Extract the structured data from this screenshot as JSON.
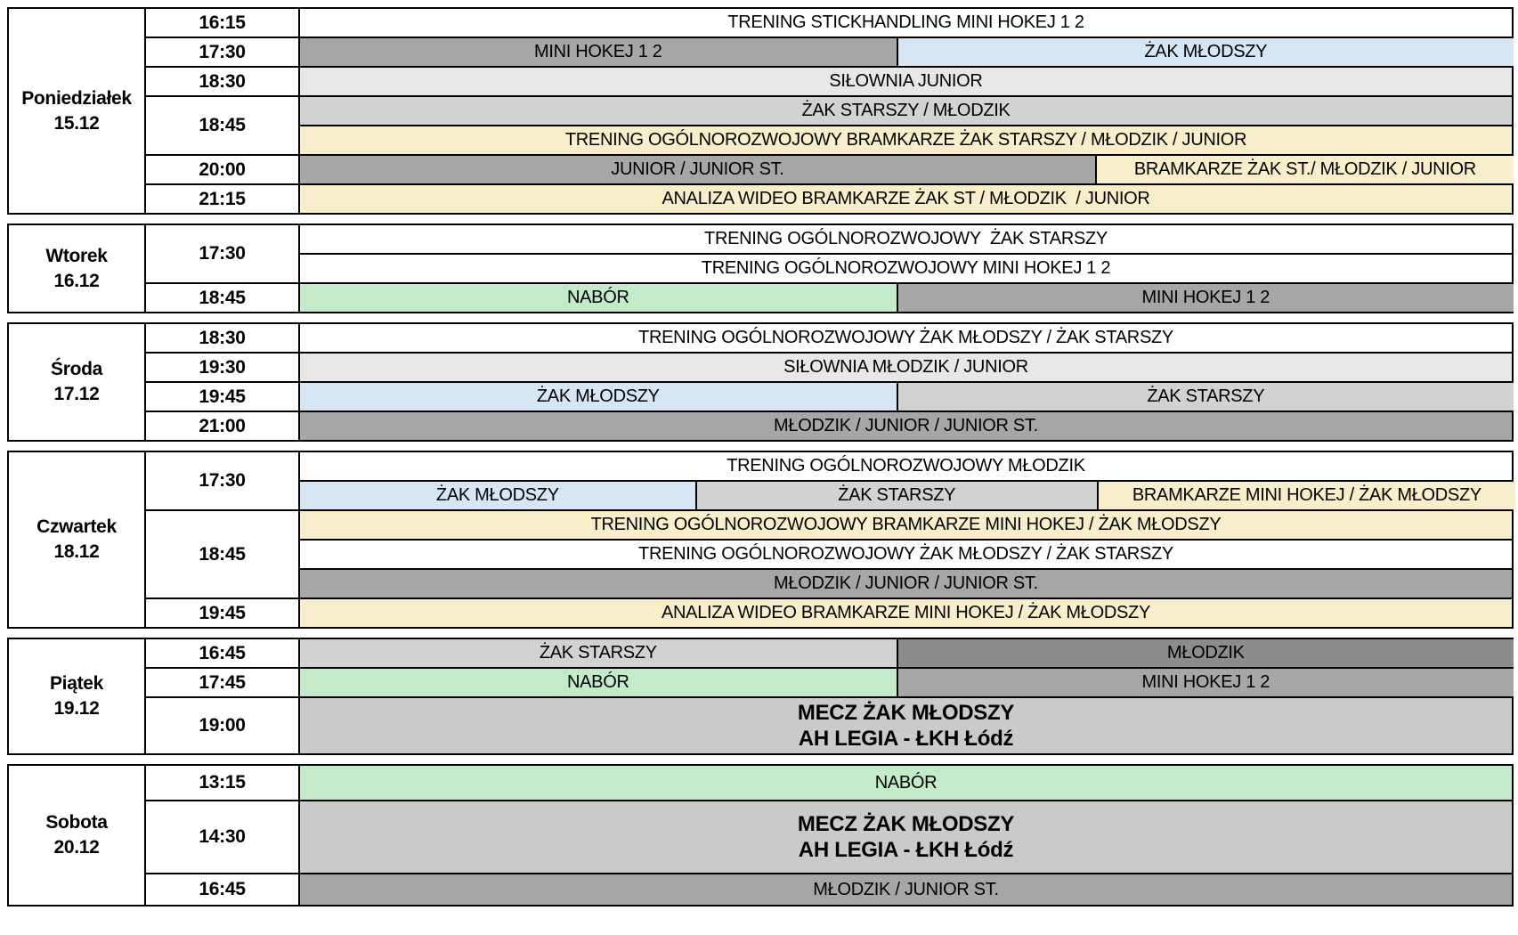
{
  "title": "Weekly hockey training schedule",
  "palette": {
    "white": "#ffffff",
    "silver": "#e8e7e7",
    "light": "#d2d2d2",
    "mecz": "#cacaca",
    "medium": "#a6a6a6",
    "dark": "#8c8c8c",
    "blue": "#d7e6f4",
    "yellow": "#f8efca",
    "green": "#c3ebc9",
    "border": "#000000"
  },
  "default_row_height": 31,
  "days": [
    {
      "name": "Poniedziałek",
      "date": "15.12",
      "slug": "poniedzialek",
      "slots": [
        {
          "time": "16:15",
          "rows": [
            {
              "cells": [
                {
                  "text": "TRENING STICKHANDLING MINI HOKEJ 1 2",
                  "color": "white",
                  "w": 100
                }
              ]
            }
          ]
        },
        {
          "time": "17:30",
          "rows": [
            {
              "cells": [
                {
                  "text": "MINI HOKEJ 1 2",
                  "color": "medium",
                  "w": 49.2
                },
                {
                  "text": "ŻAK MŁODSZY",
                  "color": "blue",
                  "w": 50.8
                }
              ]
            }
          ]
        },
        {
          "time": "18:30",
          "rows": [
            {
              "cells": [
                {
                  "text": "SIŁOWNIA JUNIOR",
                  "color": "silver",
                  "w": 100
                }
              ]
            }
          ]
        },
        {
          "time": "18:45",
          "rows": [
            {
              "cells": [
                {
                  "text": "ŻAK STARSZY / MŁODZIK",
                  "color": "light",
                  "w": 100
                }
              ]
            },
            {
              "cells": [
                {
                  "text": "TRENING OGÓLNOROZWOJOWY BRAMKARZE ŻAK STARSZY / MŁODZIK / JUNIOR",
                  "color": "yellow",
                  "w": 100
                }
              ]
            }
          ]
        },
        {
          "time": "20:00",
          "rows": [
            {
              "cells": [
                {
                  "text": "JUNIOR / JUNIOR ST.",
                  "color": "medium",
                  "w": 65.6
                },
                {
                  "text": "BRAMKARZE ŻAK ST./ MŁODZIK / JUNIOR",
                  "color": "yellow",
                  "w": 34.4
                }
              ]
            }
          ]
        },
        {
          "time": "21:15",
          "rows": [
            {
              "cells": [
                {
                  "text": "ANALIZA WIDEO BRAMKARZE ŻAK ST / MŁODZIK  / JUNIOR",
                  "color": "yellow",
                  "w": 100
                }
              ]
            }
          ]
        }
      ]
    },
    {
      "name": "Wtorek",
      "date": "16.12",
      "slug": "wtorek",
      "slots": [
        {
          "time": "17:30",
          "rows": [
            {
              "cells": [
                {
                  "text": "TRENING OGÓLNOROZWOJOWY  ŻAK STARSZY",
                  "color": "white",
                  "w": 100
                }
              ]
            },
            {
              "cells": [
                {
                  "text": "TRENING OGÓLNOROZWOJOWY MINI HOKEJ 1 2",
                  "color": "white",
                  "w": 100
                }
              ]
            }
          ]
        },
        {
          "time": "18:45",
          "rows": [
            {
              "cells": [
                {
                  "text": "NABÓR",
                  "color": "green",
                  "w": 49.2
                },
                {
                  "text": "MINI HOKEJ 1 2",
                  "color": "medium",
                  "w": 50.8
                }
              ]
            }
          ]
        }
      ]
    },
    {
      "name": "Środa",
      "date": "17.12",
      "slug": "sroda",
      "slots": [
        {
          "time": "18:30",
          "rows": [
            {
              "cells": [
                {
                  "text": "TRENING OGÓLNOROZWOJOWY ŻAK MŁODSZY / ŻAK STARSZY",
                  "color": "white",
                  "w": 100
                }
              ]
            }
          ]
        },
        {
          "time": "19:30",
          "rows": [
            {
              "cells": [
                {
                  "text": "SIŁOWNIA MŁODZIK / JUNIOR",
                  "color": "silver",
                  "w": 100
                }
              ]
            }
          ]
        },
        {
          "time": "19:45",
          "rows": [
            {
              "cells": [
                {
                  "text": "ŻAK MŁODSZY",
                  "color": "blue",
                  "w": 49.2
                },
                {
                  "text": "ŻAK STARSZY",
                  "color": "light",
                  "w": 50.8
                }
              ]
            }
          ]
        },
        {
          "time": "21:00",
          "rows": [
            {
              "cells": [
                {
                  "text": "MŁODZIK / JUNIOR / JUNIOR ST.",
                  "color": "medium",
                  "w": 100
                }
              ]
            }
          ]
        }
      ]
    },
    {
      "name": "Czwartek",
      "date": "18.12",
      "slug": "czwartek",
      "slots": [
        {
          "time": "17:30",
          "rows": [
            {
              "cells": [
                {
                  "text": "TRENING OGÓLNOROZWOJOWY MŁODZIK",
                  "color": "white",
                  "w": 100
                }
              ]
            },
            {
              "cells": [
                {
                  "text": "ŻAK MŁODSZY",
                  "color": "blue",
                  "w": 32.6
                },
                {
                  "text": "ŻAK STARSZY",
                  "color": "light",
                  "w": 33.0
                },
                {
                  "text": "BRAMKARZE MINI HOKEJ / ŻAK MŁODSZY",
                  "color": "yellow",
                  "w": 34.4
                }
              ]
            }
          ]
        },
        {
          "time": "18:45",
          "rows": [
            {
              "cells": [
                {
                  "text": "TRENING OGÓLNOROZWOJOWY BRAMKARZE MINI HOKEJ / ŻAK MŁODSZY",
                  "color": "yellow",
                  "w": 100
                }
              ]
            },
            {
              "cells": [
                {
                  "text": "TRENING OGÓLNOROZWOJOWY ŻAK MŁODSZY / ŻAK STARSZY",
                  "color": "white",
                  "w": 100
                }
              ]
            },
            {
              "cells": [
                {
                  "text": "MŁODZIK / JUNIOR / JUNIOR ST.",
                  "color": "medium",
                  "w": 100
                }
              ]
            }
          ]
        },
        {
          "time": "19:45",
          "rows": [
            {
              "cells": [
                {
                  "text": "ANALIZA WIDEO BRAMKARZE MINI HOKEJ / ŻAK MŁODSZY",
                  "color": "yellow",
                  "w": 100
                }
              ]
            }
          ]
        }
      ]
    },
    {
      "name": "Piątek",
      "date": "19.12",
      "slug": "piatek",
      "slots": [
        {
          "time": "16:45",
          "rows": [
            {
              "cells": [
                {
                  "text": "ŻAK STARSZY",
                  "color": "light",
                  "w": 49.2
                },
                {
                  "text": "MŁODZIK",
                  "color": "dark",
                  "w": 50.8
                }
              ]
            }
          ]
        },
        {
          "time": "17:45",
          "rows": [
            {
              "cells": [
                {
                  "text": "NABÓR",
                  "color": "green",
                  "w": 49.2
                },
                {
                  "text": "MINI HOKEJ 1 2",
                  "color": "medium",
                  "w": 50.8
                }
              ]
            }
          ]
        },
        {
          "time": "19:00",
          "rows": [
            {
              "h": 62,
              "cells": [
                {
                  "lines": [
                    "MECZ ŻAK MŁODSZY",
                    "AH LEGIA - ŁKH Łódź"
                  ],
                  "bold": true,
                  "color": "mecz",
                  "w": 100
                }
              ]
            }
          ]
        }
      ]
    },
    {
      "name": "Sobota",
      "date": "20.12",
      "slug": "sobota",
      "slots": [
        {
          "time": "13:15",
          "rows": [
            {
              "h": 38,
              "cells": [
                {
                  "text": "NABÓR",
                  "color": "green",
                  "w": 100
                }
              ]
            }
          ]
        },
        {
          "time": "14:30",
          "rows": [
            {
              "h": 80,
              "cells": [
                {
                  "lines": [
                    "MECZ ŻAK MŁODSZY",
                    "AH LEGIA - ŁKH Łódź"
                  ],
                  "bold": true,
                  "color": "mecz",
                  "w": 100
                }
              ]
            }
          ]
        },
        {
          "time": "16:45",
          "rows": [
            {
              "h": 34,
              "cells": [
                {
                  "text": "MŁODZIK / JUNIOR ST.",
                  "color": "medium",
                  "w": 100
                }
              ]
            }
          ]
        }
      ]
    }
  ]
}
